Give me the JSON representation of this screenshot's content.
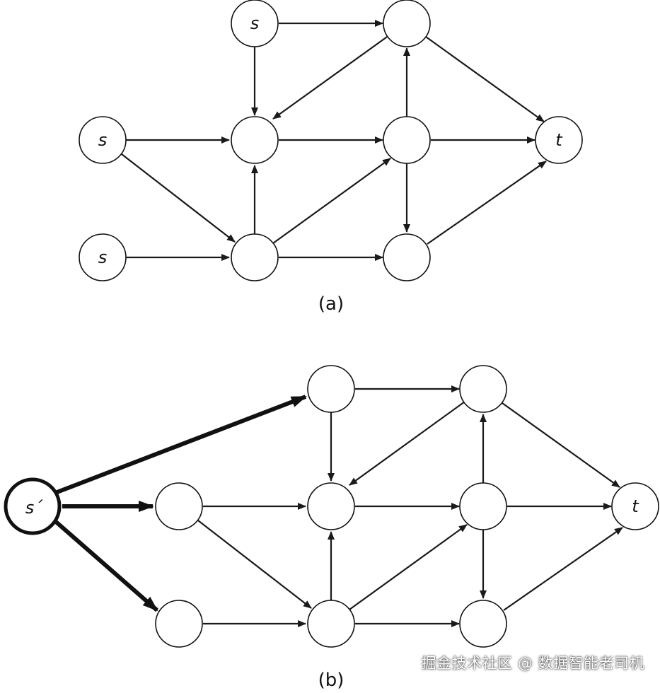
{
  "figure_a": {
    "caption": "(a)",
    "source_labels": [
      "s",
      "s",
      "s"
    ],
    "sink_label": "t"
  },
  "figure_b": {
    "caption": "(b)",
    "super_source_label": "s´",
    "sink_label": "t"
  },
  "watermark": "掘金技术社区 @ 数据智能老司机",
  "colors": {
    "stroke": "#111111",
    "background": "#ffffff"
  }
}
